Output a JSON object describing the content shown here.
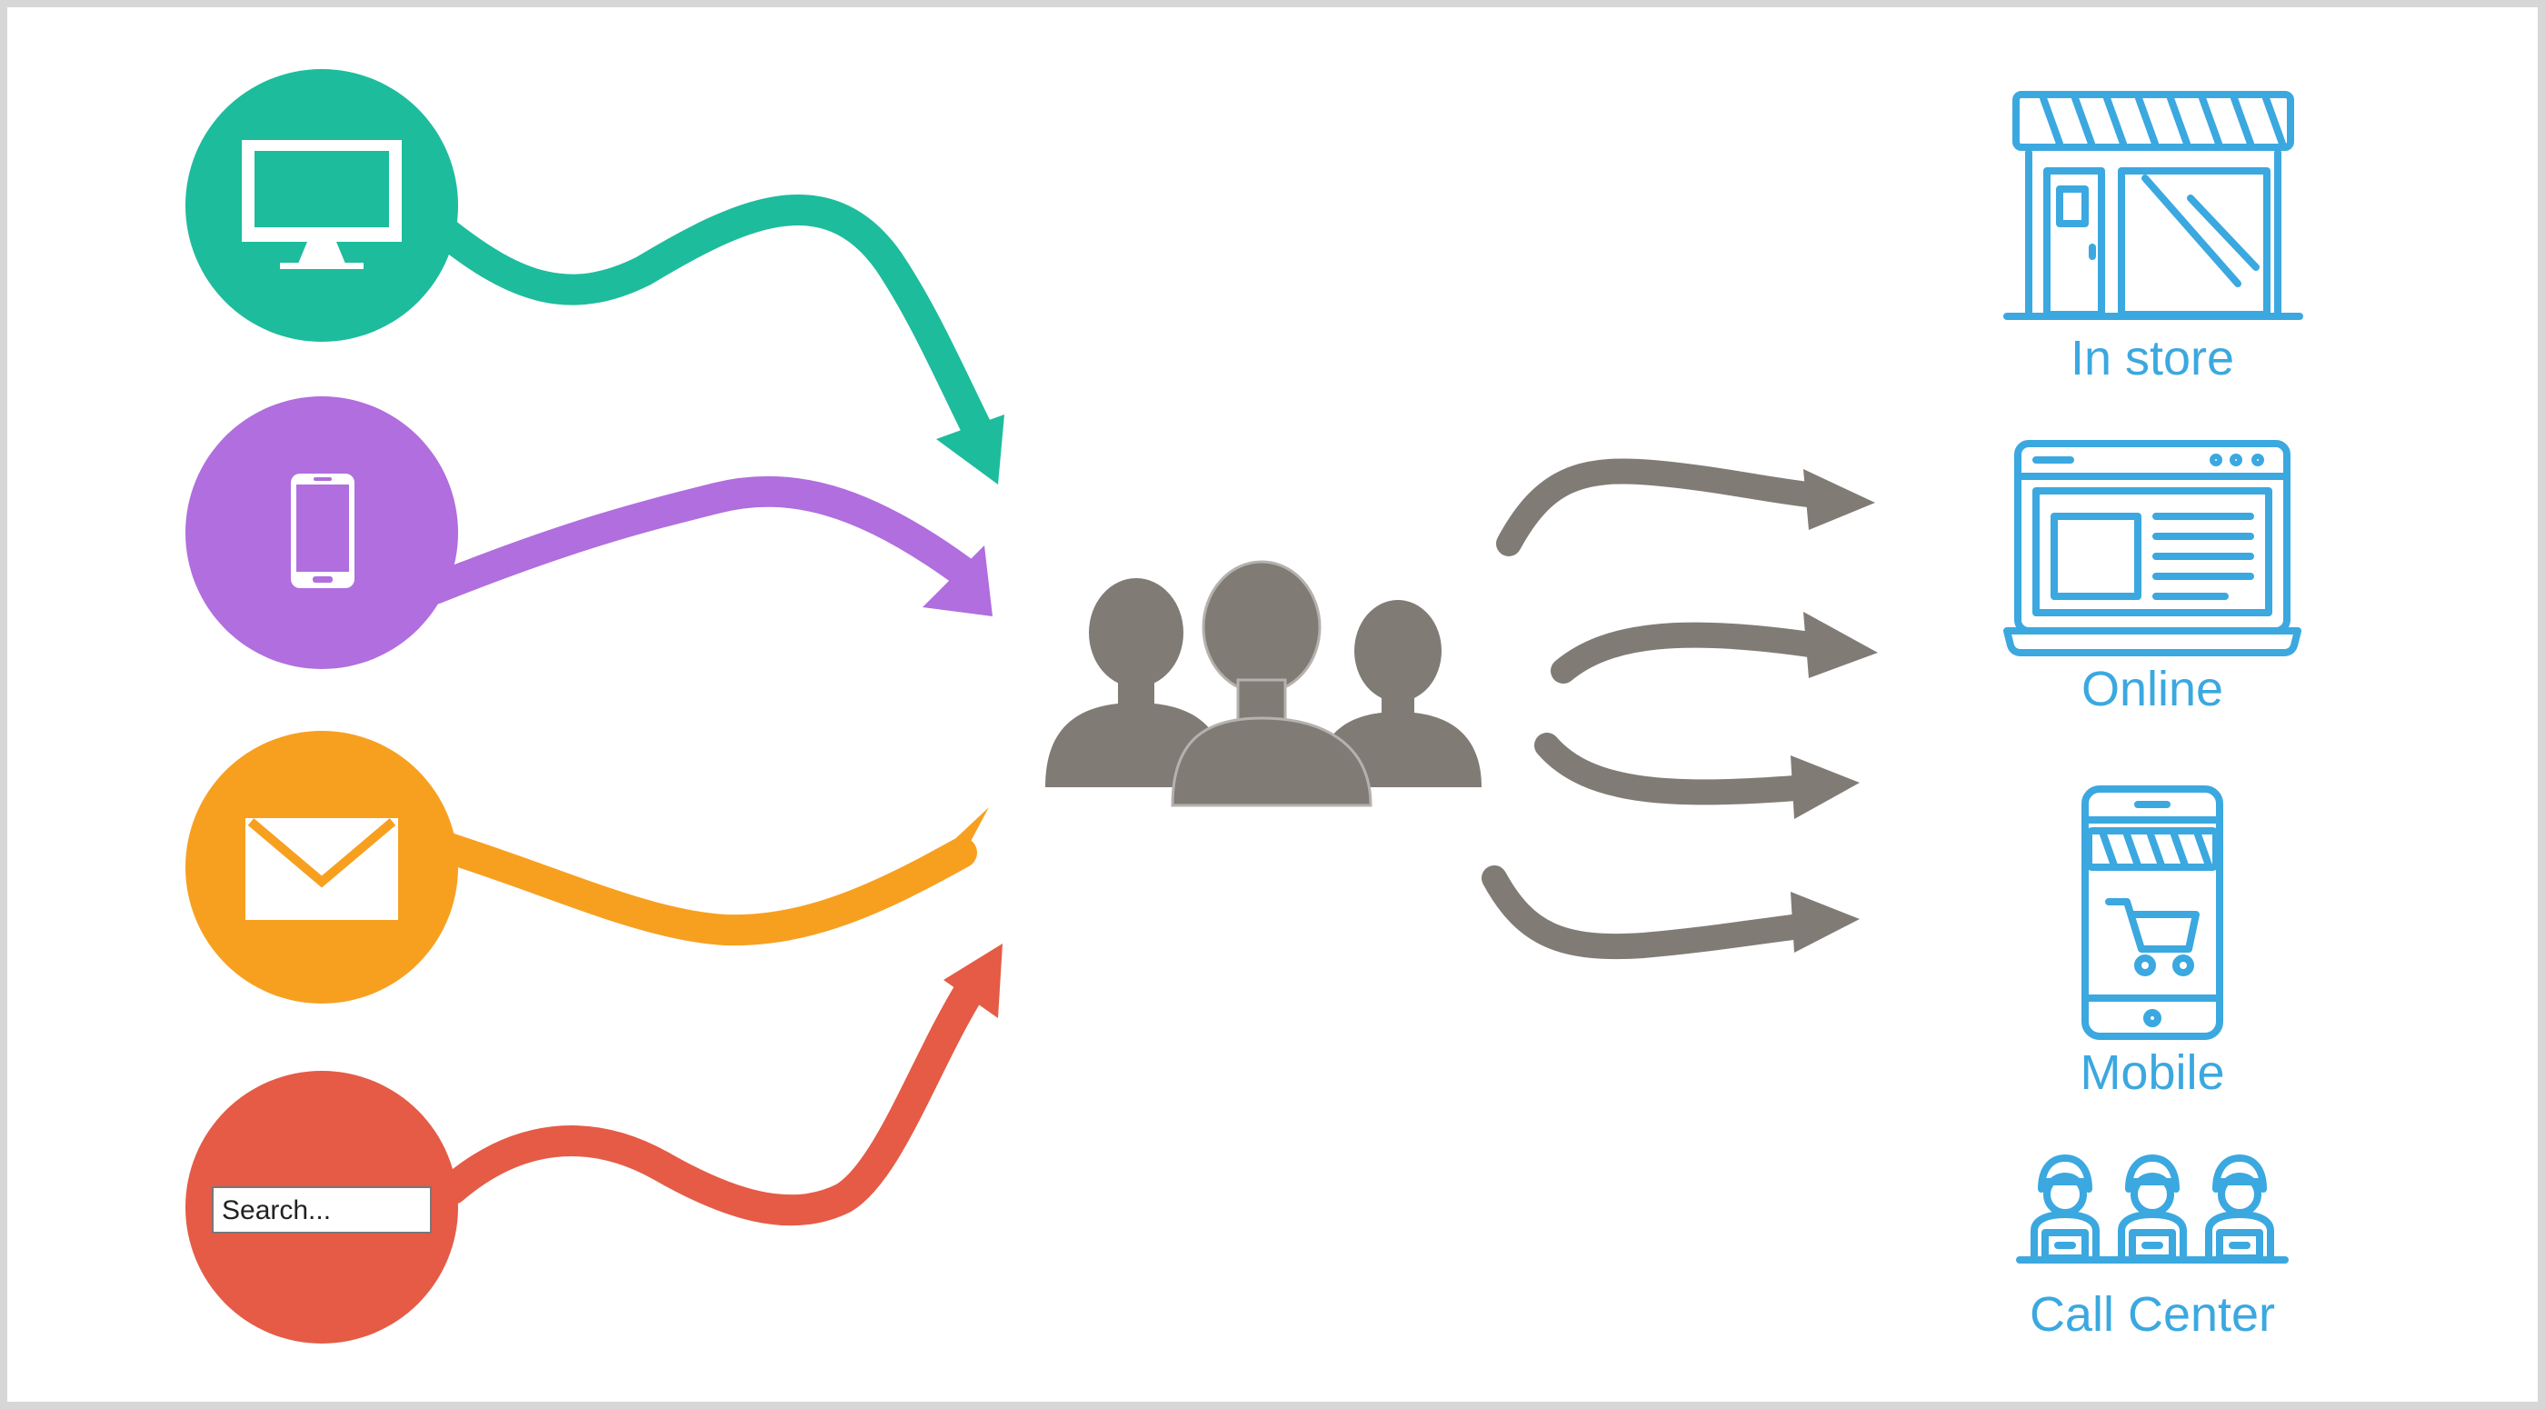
{
  "colors": {
    "desktop": "#1dbc9c",
    "mobile": "#b06ede",
    "email": "#f7a020",
    "search": "#e55b46",
    "people": "#817b76",
    "outlet_blue": "#3ba8e0",
    "border": "#d7d7d7"
  },
  "sources": [
    {
      "id": "desktop",
      "icon": "desktop-monitor-icon"
    },
    {
      "id": "mobile",
      "icon": "smartphone-icon"
    },
    {
      "id": "email",
      "icon": "envelope-icon"
    },
    {
      "id": "search",
      "icon": "search-box-icon",
      "search_placeholder": "Search..."
    }
  ],
  "audience": {
    "icon": "people-group-icon"
  },
  "outlets": [
    {
      "id": "in-store",
      "label": "In store",
      "icon": "storefront-icon"
    },
    {
      "id": "online",
      "label": "Online",
      "icon": "laptop-icon"
    },
    {
      "id": "mobile",
      "label": "Mobile",
      "icon": "mobile-shop-icon"
    },
    {
      "id": "call-center",
      "label": "Call Center",
      "icon": "call-agents-icon"
    }
  ]
}
